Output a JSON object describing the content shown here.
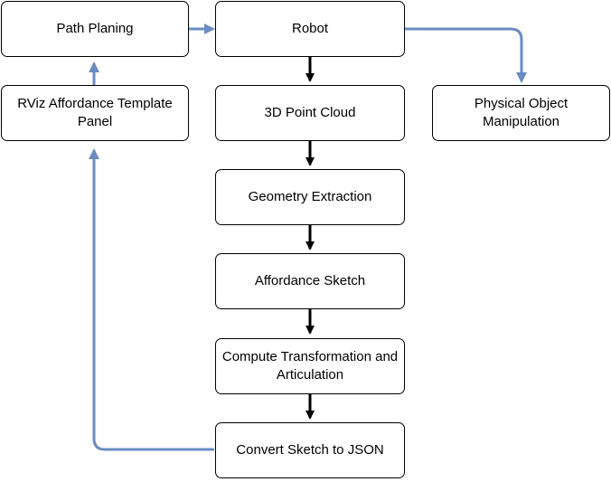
{
  "colors": {
    "flow_arrow": "#000000",
    "control_arrow": "#6b8cc0",
    "node_border": "#000000",
    "node_fill": "#ffffff"
  },
  "nodes": {
    "path_planning": "Path Planing",
    "robot": "Robot",
    "rviz_panel": "RViz Affordance Template Panel",
    "point_cloud": "3D Point Cloud",
    "physical_manipulation": "Physical Object Manipulation",
    "geometry_extraction": "Geometry Extraction",
    "affordance_sketch": "Affordance Sketch",
    "compute_transformation": "Compute Transformation and Articulation",
    "convert_sketch": "Convert Sketch to JSON"
  },
  "edges": [
    {
      "from": "path_planning",
      "to": "robot",
      "style": "control"
    },
    {
      "from": "robot",
      "to": "physical_manipulation",
      "style": "control"
    },
    {
      "from": "robot",
      "to": "point_cloud",
      "style": "flow"
    },
    {
      "from": "point_cloud",
      "to": "geometry_extraction",
      "style": "flow"
    },
    {
      "from": "geometry_extraction",
      "to": "affordance_sketch",
      "style": "flow"
    },
    {
      "from": "affordance_sketch",
      "to": "compute_transformation",
      "style": "flow"
    },
    {
      "from": "compute_transformation",
      "to": "convert_sketch",
      "style": "flow"
    },
    {
      "from": "convert_sketch",
      "to": "rviz_panel",
      "style": "control"
    },
    {
      "from": "rviz_panel",
      "to": "path_planning",
      "style": "control"
    }
  ]
}
